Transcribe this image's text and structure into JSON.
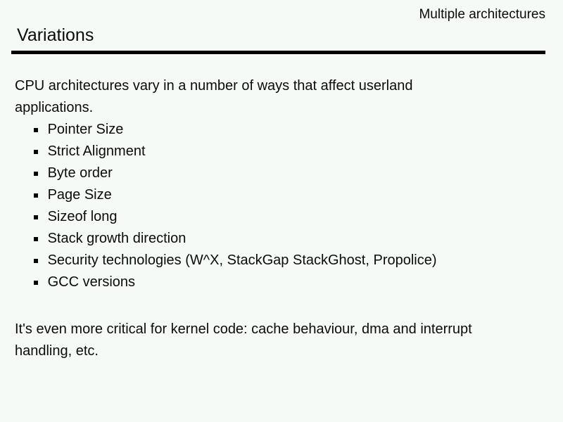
{
  "slide": {
    "colors": {
      "background": "#f6faf6",
      "text": "#0b0b0b",
      "rule": "#000000"
    },
    "header_label": "Multiple architectures",
    "title": "Variations",
    "intro": "CPU architectures vary in a number of ways that affect userland applications.",
    "bullets": [
      "Pointer Size",
      "Strict Alignment",
      "Byte order",
      "Page Size",
      "Sizeof long",
      "Stack growth direction",
      "Security technologies (W^X, StackGap StackGhost, Propolice)",
      "GCC versions"
    ],
    "closing": "It's even more critical for kernel code: cache behaviour, dma and interrupt handling, etc."
  }
}
